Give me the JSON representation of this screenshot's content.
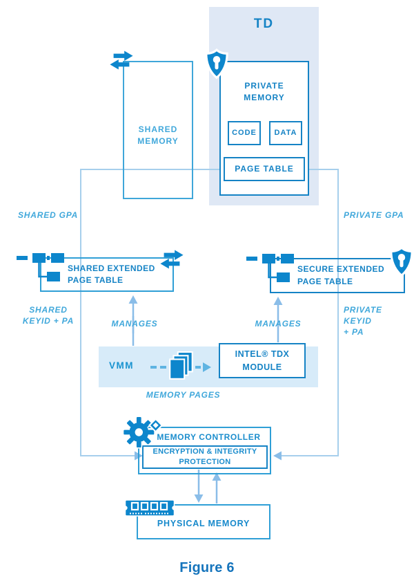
{
  "title": "TD",
  "boxes": {
    "private_memory": {
      "label": "PRIVATE\nMEMORY"
    },
    "code": {
      "label": "CODE"
    },
    "data": {
      "label": "DATA"
    },
    "page_table": {
      "label": "PAGE TABLE"
    },
    "shared_memory": {
      "label": "SHARED\nMEMORY"
    },
    "shared_ept": {
      "label": "SHARED EXTENDED\nPAGE TABLE"
    },
    "secure_ept": {
      "label": "SECURE EXTENDED\nPAGE TABLE"
    },
    "vmm": {
      "label": "VMM"
    },
    "tdx_module": {
      "label": "INTEL® TDX\nMODULE"
    },
    "memory_controller": {
      "label": "MEMORY CONTROLLER"
    },
    "encryption": {
      "label": "ENCRYPTION & INTEGRITY\nPROTECTION"
    },
    "physical_memory": {
      "label": "PHYSICAL MEMORY"
    }
  },
  "edge_labels": {
    "shared_gpa": "SHARED GPA",
    "private_gpa": "PRIVATE GPA",
    "shared_keyid": "SHARED\nKEYID + PA",
    "manages_left": "MANAGES",
    "manages_right": "MANAGES",
    "private_keyid": "PRIVATE KEYID\n+ PA",
    "memory_pages": "MEMORY PAGES"
  },
  "caption": "Figure 6",
  "icons": {
    "shield_private": "shield-key",
    "shield_secure": "shield-key",
    "swap_shared_memory": "swap-arrows",
    "swap_shared_ept": "swap-arrows",
    "tree_shared_ept": "page-table-tree",
    "tree_secure_ept": "page-table-tree",
    "memory_pages": "stacked-pages",
    "memory_controller": "gear-diamond",
    "physical_memory": "ram-module"
  },
  "colors": {
    "td_background": "#dfe8f5",
    "vmm_background": "#d7ebf9",
    "dark_border": "#1583c5",
    "light_border": "#3fa6d9",
    "connector_line": "#a6cfec",
    "arrow_fill": "#8abde8",
    "icon_blue": "#0d86cc",
    "label_light": "#41a8db",
    "caption_blue": "#1574bc"
  }
}
